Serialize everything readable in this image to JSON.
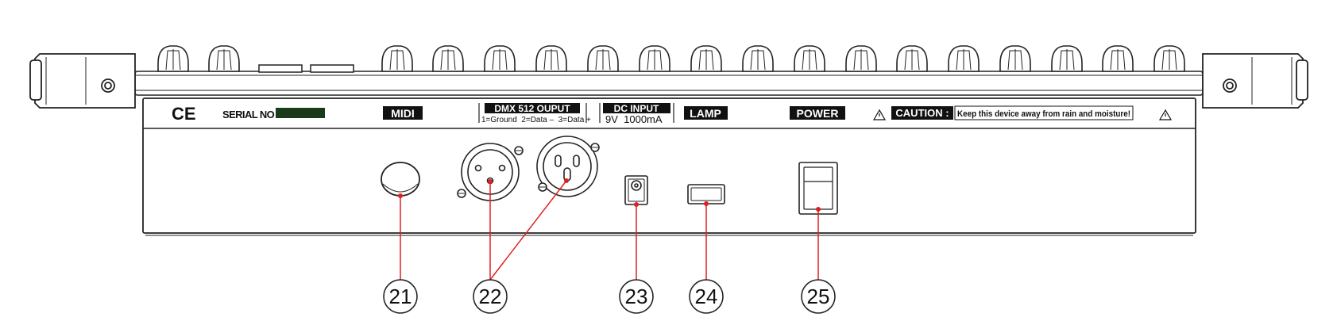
{
  "labels": {
    "ce_mark": "CE",
    "serial": "SERIAL NO :",
    "midi": "MIDI",
    "dmx_title": "DMX 512 OUPUT",
    "dmx_pins": "1=Ground  2=Data –  3=Data +",
    "dc_title": "DC INPUT",
    "dc_spec": "9V  1000mA",
    "lamp": "LAMP",
    "power": "POWER",
    "caution": "CAUTION :",
    "caution_text": "Keep this device away from rain and moisture!"
  },
  "callouts": [
    {
      "number": "21",
      "name": "midi-port"
    },
    {
      "number": "22",
      "name": "dmx-outputs"
    },
    {
      "number": "23",
      "name": "dc-input-jack"
    },
    {
      "number": "24",
      "name": "lamp-socket"
    },
    {
      "number": "25",
      "name": "power-switch"
    }
  ],
  "colors": {
    "line": "#222222",
    "callout_line": "#e02020",
    "label_bg": "#111111",
    "label_fg": "#ffffff",
    "serial_box": "#1a3a1a"
  },
  "icons": {
    "warning": "warning-triangle-icon",
    "knob": "knob-icon",
    "screw": "screw-icon"
  }
}
